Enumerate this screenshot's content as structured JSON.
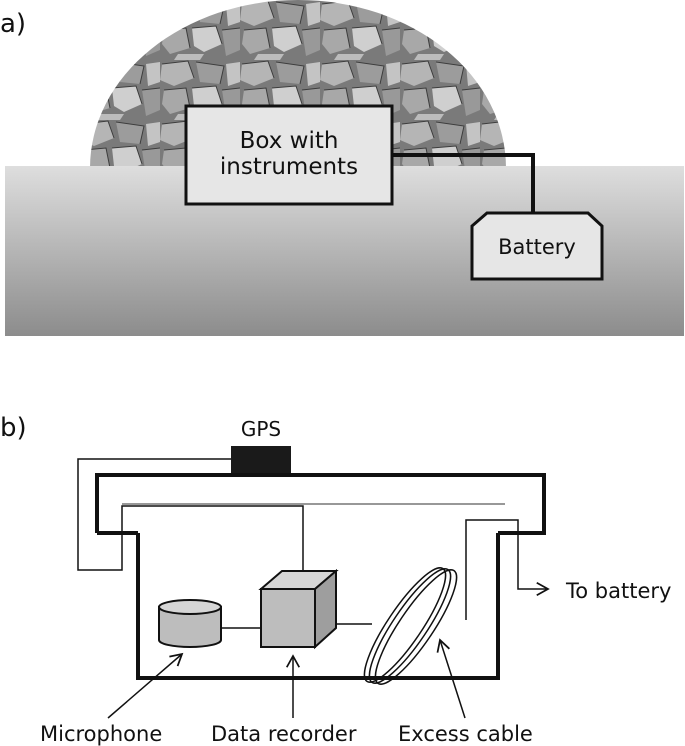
{
  "panel_a": {
    "label": "a)",
    "box_label_line1": "Box with",
    "box_label_line2": "instruments",
    "battery_label": "Battery"
  },
  "panel_b": {
    "label": "b)",
    "gps_label": "GPS",
    "to_battery_label": "To battery",
    "microphone_label": "Microphone",
    "data_recorder_label": "Data recorder",
    "excess_cable_label": "Excess cable"
  },
  "colors": {
    "ground_top": "#dcdcdc",
    "ground_bottom": "#8a8a8a",
    "box_fill": "#e6e6e6",
    "device_fill": "#bdbdbd",
    "gps_fill": "#1a1a1a",
    "stroke": "#111111"
  }
}
